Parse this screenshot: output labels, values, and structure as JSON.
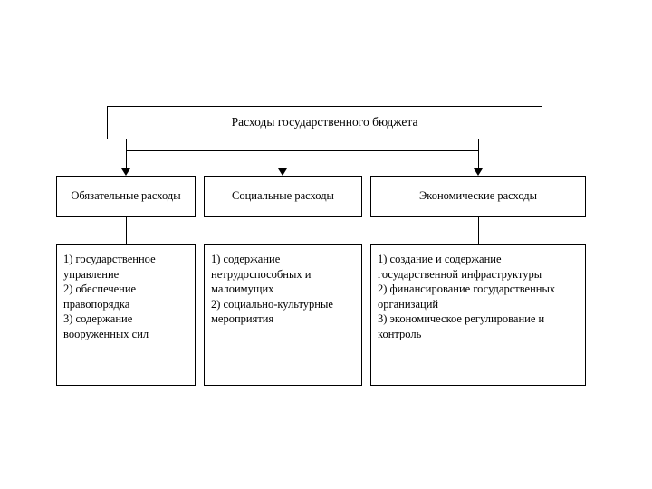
{
  "diagram": {
    "title": "Расходы государственного бюджета",
    "categories": [
      {
        "label": "Обязательные\nрасходы"
      },
      {
        "label": "Социальные\nрасходы"
      },
      {
        "label": "Экономические\nрасходы"
      }
    ],
    "lists": [
      {
        "items": "1) государственное управление\n2) обеспечение правопорядка\n3) содержание вооруженных сил"
      },
      {
        "items": "1) содержание нетрудоспособных и малоимущих\n2) социально-культурные мероприятия"
      },
      {
        "items": "1) создание и содержание государственной инфраструктуры\n2) финансирование государственных организаций\n3) экономическое регулирование и контроль"
      }
    ],
    "colors": {
      "line": "#000000",
      "border": "#000000",
      "background": "#ffffff",
      "text": "#000000"
    }
  }
}
